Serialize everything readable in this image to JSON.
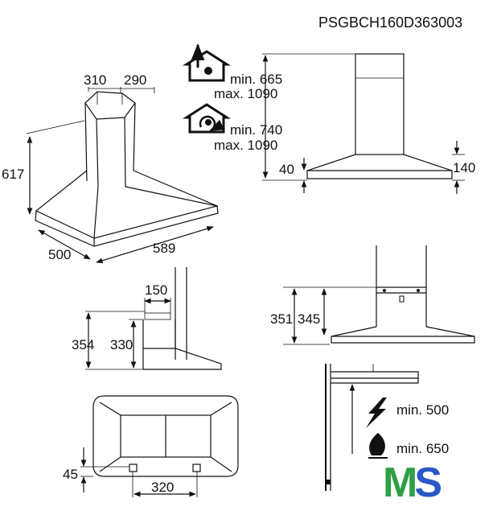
{
  "product_code": "PSGBCH160D363003",
  "hood_overview": {
    "chimney_width": "310",
    "chimney_depth": "290",
    "body_height": "617",
    "depth": "500",
    "width": "589"
  },
  "height_specs": {
    "extraction": {
      "min": "min. 665",
      "max": "max. 1090"
    },
    "recirculation": {
      "min": "min. 740",
      "max": "max. 1090"
    }
  },
  "front_view": {
    "left_edge": "40",
    "right_edge": "140"
  },
  "side_view": {
    "duct_width": "150",
    "total_height": "354",
    "body_height": "330"
  },
  "bracket_view": {
    "total_height": "351",
    "bracket_height": "345"
  },
  "bottom_view": {
    "offset": "45",
    "spacing": "320"
  },
  "clearances": {
    "electric": "min. 500",
    "gas": "min. 650"
  },
  "logo": {
    "text": "MS",
    "color_m": "#2ea043",
    "color_s": "#2a56c6"
  }
}
